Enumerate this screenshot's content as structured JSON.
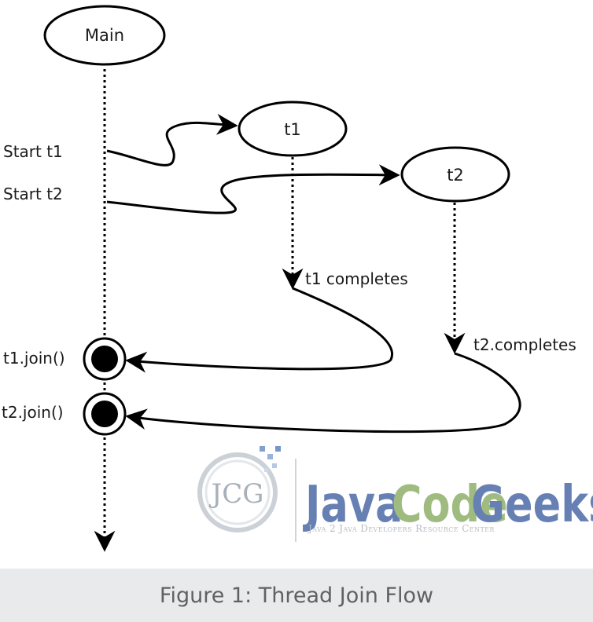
{
  "diagram": {
    "nodes": {
      "main": "Main",
      "t1": "t1",
      "t2": "t2"
    },
    "labels": {
      "start_t1": "Start t1",
      "start_t2": "Start t2",
      "t1_completes": "t1 completes",
      "t2_completes": "t2.completes",
      "t1_join": "t1.join()",
      "t2_join": "t2.join()"
    }
  },
  "watermark": {
    "badge": "JCG",
    "java": "Java",
    "code": "Code",
    "geeks": "Geeks",
    "tagline": "Java 2 Java Developers Resource Center",
    "colors": {
      "java": "#4d6aa8",
      "code": "#8fb06a",
      "geeks": "#4d6aa8",
      "badge": "#9aa3ad"
    }
  },
  "caption": "Figure 1: Thread Join Flow"
}
